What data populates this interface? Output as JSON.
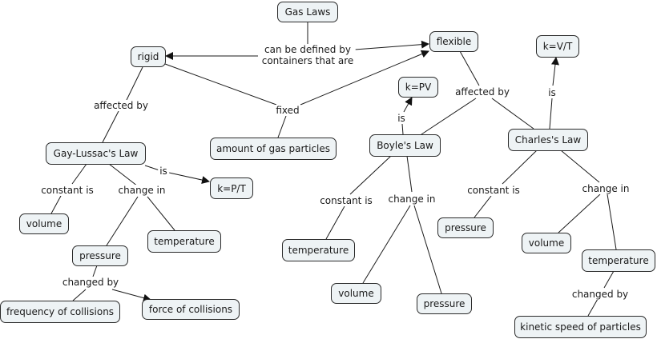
{
  "title": "Gas Laws",
  "nodes": {
    "gas_laws": "Gas Laws",
    "rigid": "rigid",
    "flexible": "flexible",
    "k_vt": "k=V/T",
    "k_pv": "k=PV",
    "gay_lussac": "Gay-Lussac's Law",
    "amount": "amount of gas particles",
    "boyle": "Boyle's Law",
    "charles": "Charles's Law",
    "k_pt": "k=P/T",
    "gl_volume": "volume",
    "gl_temperature": "temperature",
    "gl_pressure": "pressure",
    "frequency": "frequency of collisions",
    "force": "force of collisions",
    "b_temperature": "temperature",
    "b_volume": "volume",
    "b_pressure": "pressure",
    "c_pressure": "pressure",
    "c_volume": "volume",
    "c_temperature": "temperature",
    "kinetic": "kinetic speed of particles"
  },
  "links": {
    "defined_by_line1": "can be defined by",
    "defined_by_line2": "containers that are",
    "rigid_affected_by": "affected by",
    "fixed": "fixed",
    "flexible_affected_by": "affected by",
    "gl_is": "is",
    "gl_constant_is": "constant is",
    "gl_change_in": "change in",
    "gl_changed_by": "changed by",
    "b_is": "is",
    "b_constant_is": "constant is",
    "b_change_in": "change in",
    "c_is": "is",
    "c_constant_is": "constant is",
    "c_change_in": "change in",
    "c_changed_by": "changed by"
  },
  "colors": {
    "node_fill": "#eef3f5",
    "node_border": "#2a2a2a",
    "line": "#1a1a1a"
  }
}
